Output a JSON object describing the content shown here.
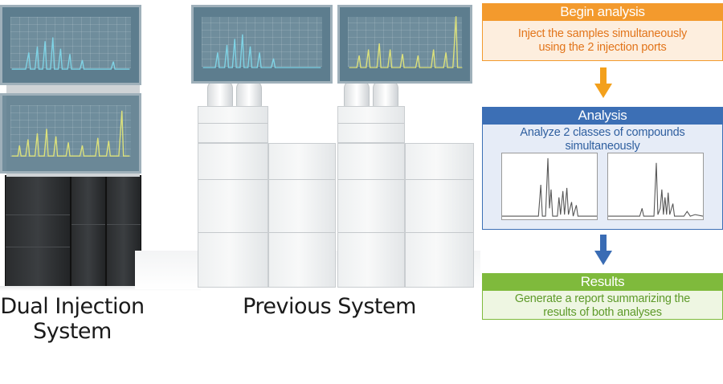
{
  "captions": {
    "dual_line1": "Dual Injection",
    "dual_line2": "System",
    "previous": "Previous System"
  },
  "flow": {
    "begin": {
      "title": "Begin analysis",
      "line1": "Inject the samples simultaneously",
      "line2": "using the 2 injection ports",
      "color": "#f39a2d",
      "body_color": "#fdeede",
      "text_color": "#e2751b"
    },
    "analysis": {
      "title": "Analysis",
      "line1": "Analyze 2 classes of compounds",
      "line2": "simultaneously",
      "color": "#3c6fb5",
      "body_color": "#e6ecf7",
      "text_color": "#2f5f9f"
    },
    "results": {
      "title": "Results",
      "line1": "Generate a report summarizing the",
      "line2": "results of both analyses",
      "color": "#7fba3c",
      "body_color": "#eef6e2",
      "text_color": "#5e9a2a"
    },
    "arrow_orange": "#f3a01c",
    "arrow_blue": "#3a6cb4"
  },
  "colors": {
    "trace_cyan": "#7fd4e6",
    "trace_yellow": "#dde27a",
    "chrom_line": "#555555"
  }
}
